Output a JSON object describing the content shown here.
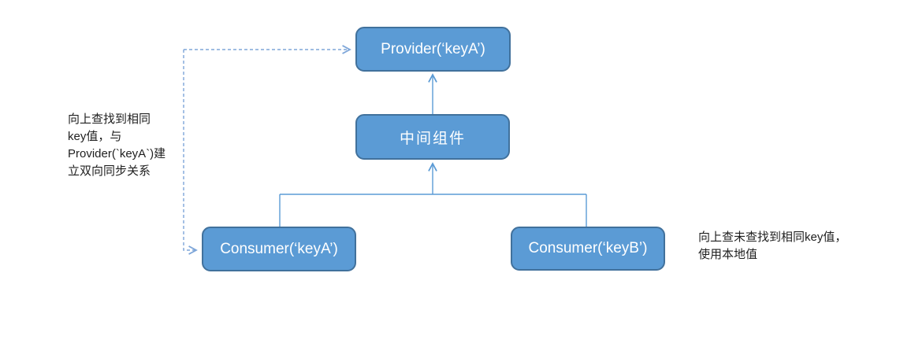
{
  "diagram": {
    "nodes": {
      "provider": {
        "label": "Provider(‘keyA’)"
      },
      "middle": {
        "label": "中间组件"
      },
      "consumer_a": {
        "label": "Consumer(‘keyA’)"
      },
      "consumer_b": {
        "label": "Consumer(‘keyB’)"
      }
    },
    "annotations": {
      "left": {
        "lines": [
          "向上查找到相同",
          "key值，与",
          "Provider(`keyA`)建",
          "立双向同步关系"
        ]
      },
      "right": {
        "lines": [
          "向上查未查找到相同key值，",
          "使用本地值"
        ]
      }
    },
    "colors": {
      "node_fill": "#5b9bd5",
      "node_border": "#41719c",
      "node_text": "#ffffff",
      "connector": "#5b9bd5",
      "dashed_connector": "#7ea6d9",
      "annotation_text": "#1f1f1f"
    }
  }
}
